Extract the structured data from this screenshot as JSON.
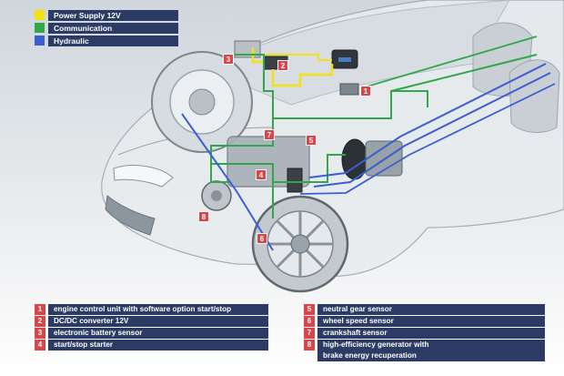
{
  "legend": [
    {
      "label": "Power Supply 12V",
      "color": "#f5e112"
    },
    {
      "label": "Communication",
      "color": "#2ea84a"
    },
    {
      "label": "Hydraulic",
      "color": "#3a5fd0"
    }
  ],
  "line_colors": {
    "power": "#f5e112",
    "communication": "#2ea84a",
    "hydraulic": "#3a5fd0",
    "marker": "#d9464a",
    "label_bg": "#2c3a66"
  },
  "markers": [
    "1",
    "2",
    "3",
    "4",
    "5",
    "6",
    "7",
    "8"
  ],
  "key_left": [
    {
      "num": "1",
      "text": "engine control unit with software option start/stop"
    },
    {
      "num": "2",
      "text": "DC/DC converter 12V"
    },
    {
      "num": "3",
      "text": "electronic battery sensor"
    },
    {
      "num": "4",
      "text": "start/stop starter"
    }
  ],
  "key_right": [
    {
      "num": "5",
      "text": "neutral gear sensor"
    },
    {
      "num": "6",
      "text": "wheel speed sensor"
    },
    {
      "num": "7",
      "text": "crankshaft sensor"
    },
    {
      "num": "8",
      "text_line1": "high-efficiency generator with",
      "text_line2": "brake energy recuperation"
    }
  ]
}
